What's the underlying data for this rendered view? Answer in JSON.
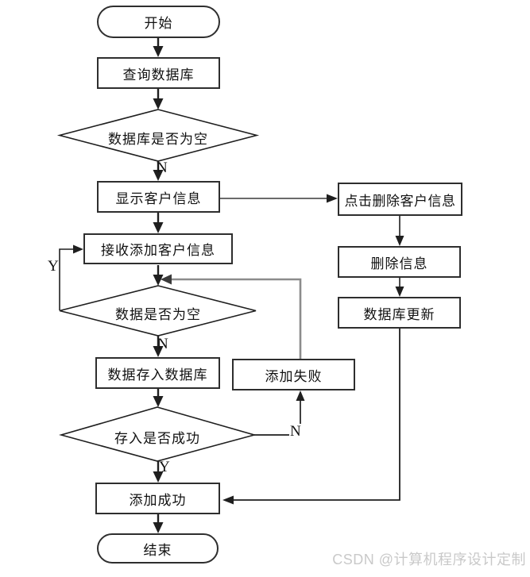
{
  "flowchart": {
    "nodes": {
      "start": "开始",
      "query_db": "查询数据库",
      "db_empty_decision": "数据库是否为空",
      "show_customer_info": "显示客户信息",
      "click_delete_customer_info": "点击删除客户信息",
      "receive_add_customer_info": "接收添加客户信息",
      "delete_info": "删除信息",
      "data_empty_decision": "数据是否为空",
      "db_update": "数据库更新",
      "store_data": "数据存入数据库",
      "add_fail": "添加失败",
      "store_success_decision": "存入是否成功",
      "add_success": "添加成功",
      "end": "结束"
    },
    "branch_labels": {
      "db_empty_no": "N",
      "data_empty_yes": "Y",
      "data_empty_no": "N",
      "store_success_no": "N",
      "store_success_yes": "Y"
    }
  },
  "watermark": {
    "text": "CSDN @计算机程序设计定制"
  },
  "colors": {
    "line": "#1f1f1f",
    "feedback_line": "#8c8c8c",
    "node_border": "#2e2e2e",
    "background": "#ffffff",
    "watermark": "#c9c9c9"
  }
}
